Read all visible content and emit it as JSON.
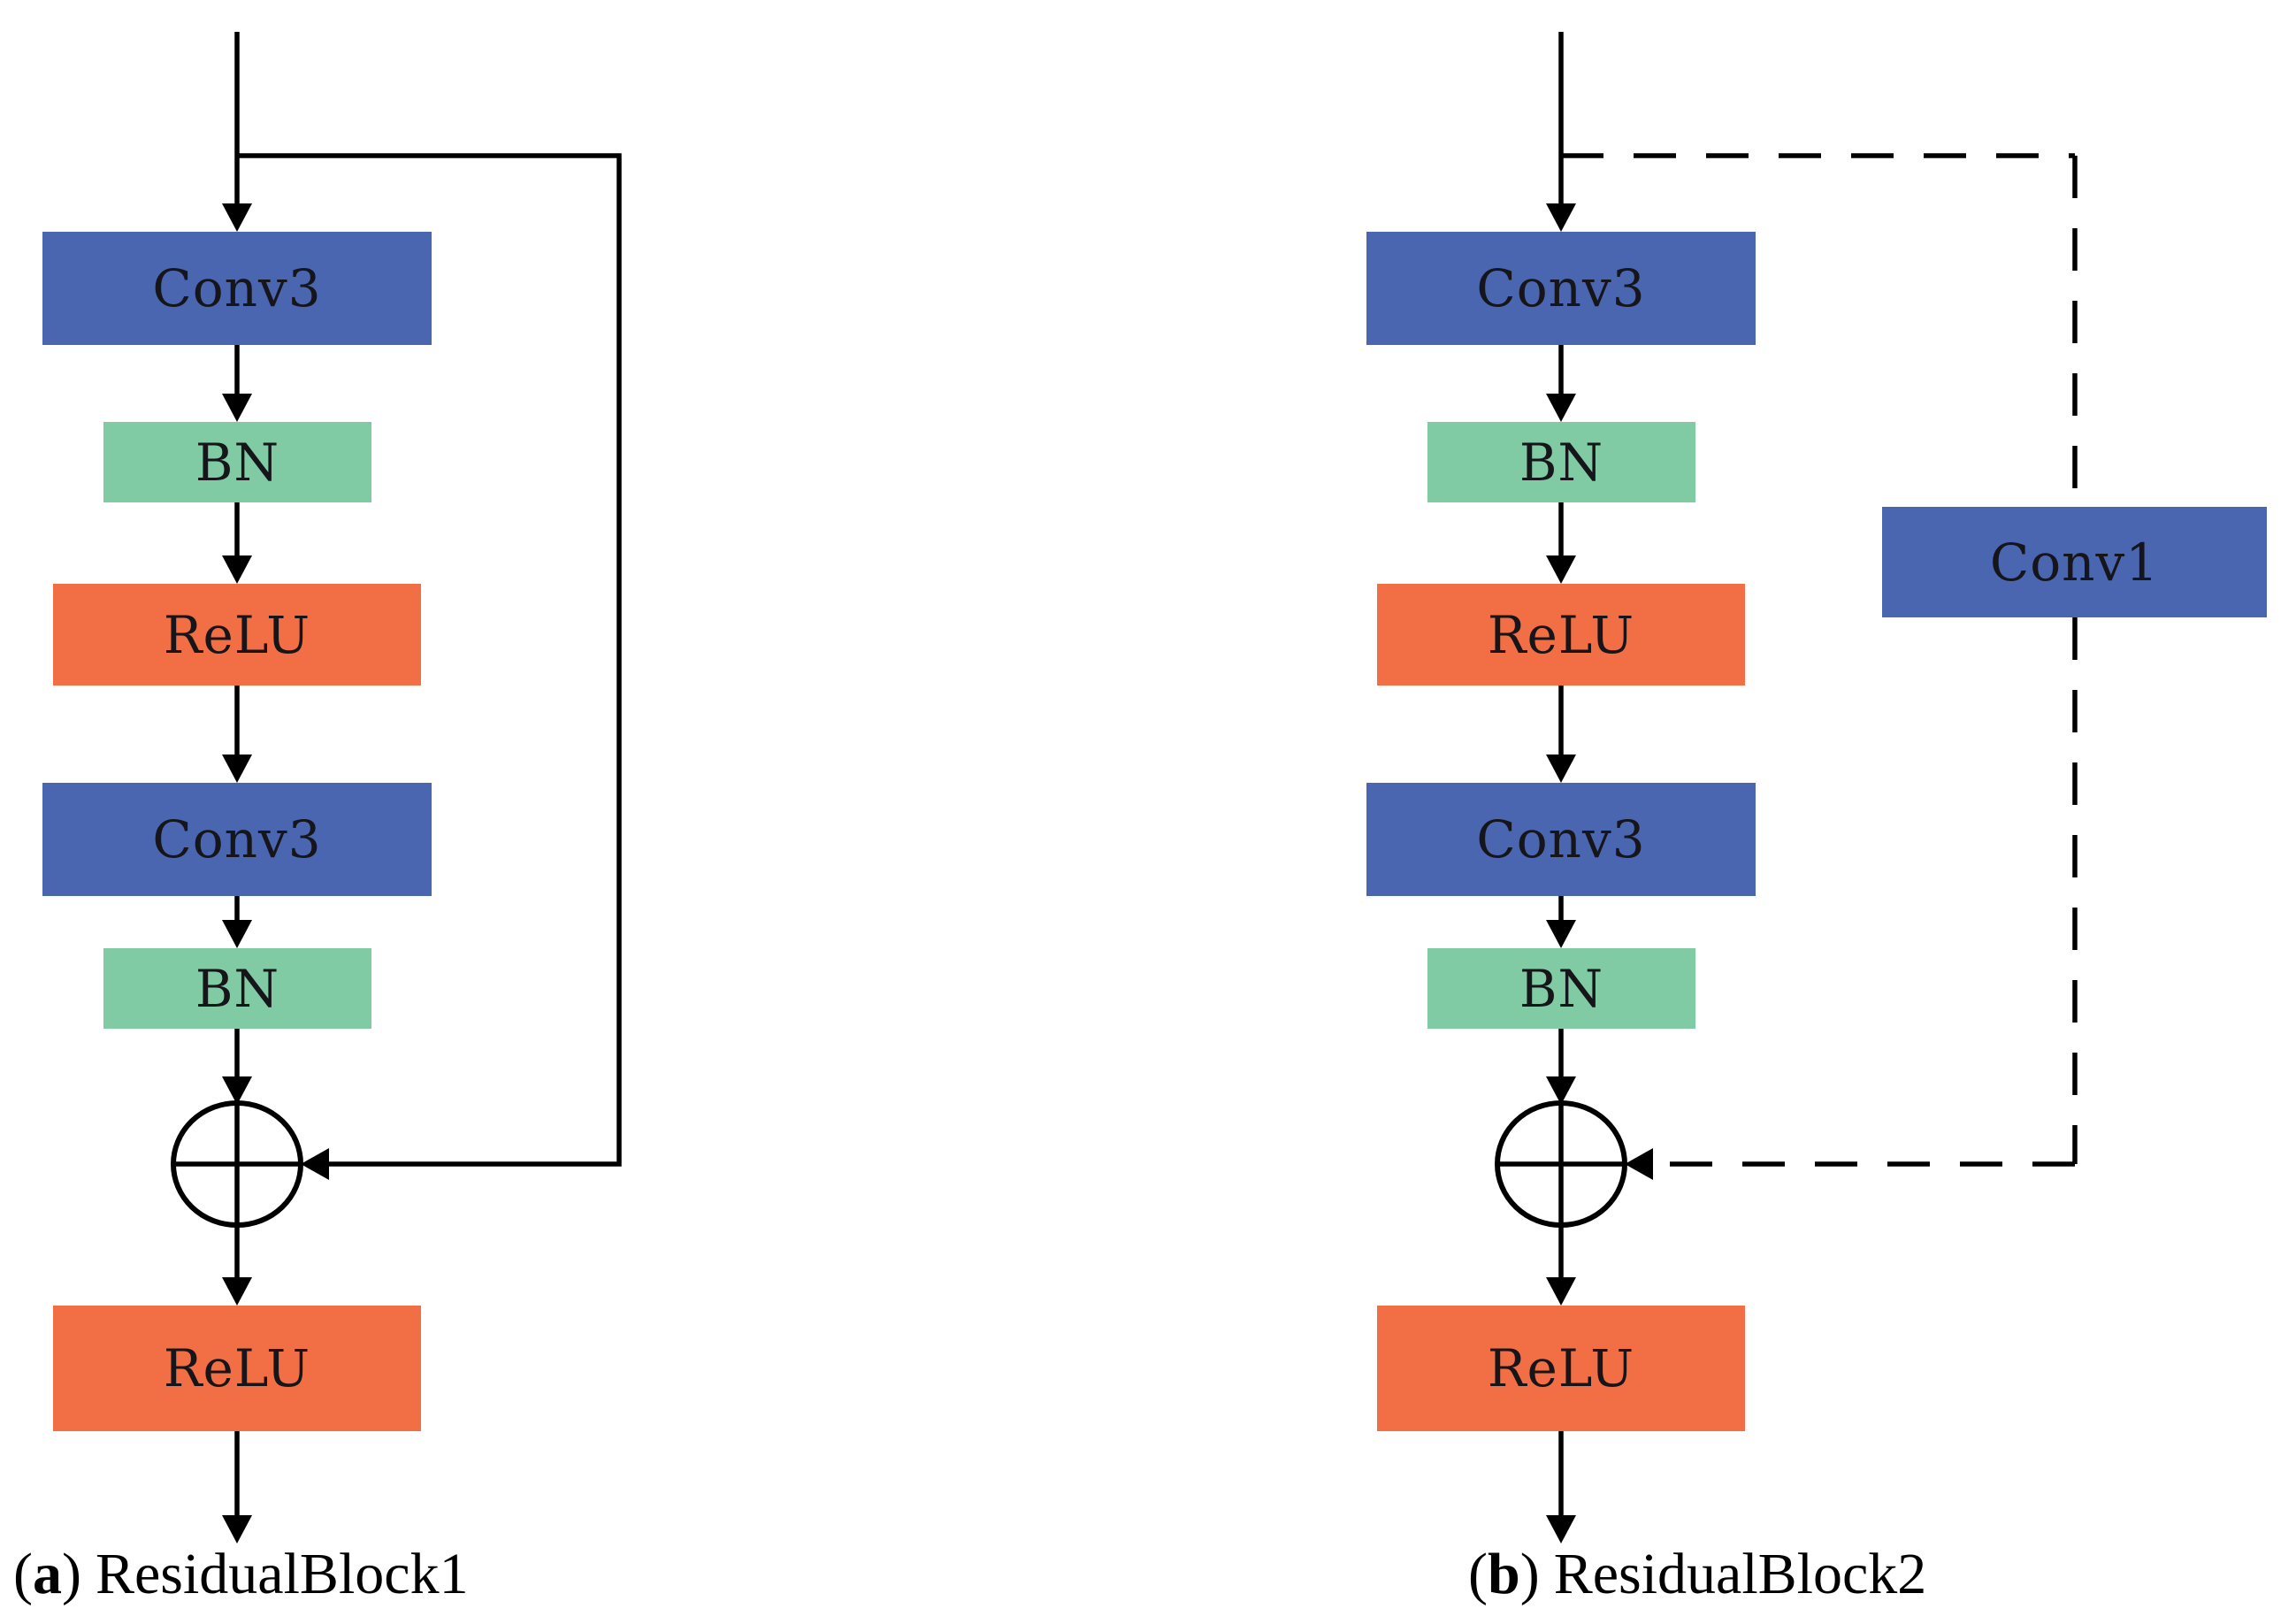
{
  "colors": {
    "conv": "#4a66b0",
    "bn": "#80cba4",
    "relu": "#f26e44",
    "line": "#000000",
    "background": "#ffffff"
  },
  "left_diagram": {
    "blocks": {
      "conv3_top": "Conv3",
      "bn_top": "BN",
      "relu_mid": "ReLU",
      "conv3_bottom": "Conv3",
      "bn_bottom": "BN",
      "relu_out": "ReLU"
    },
    "caption": {
      "open_paren": "(",
      "letter": "a",
      "close_paren": ")",
      "name": "ResidualBlock1"
    }
  },
  "right_diagram": {
    "blocks": {
      "conv3_top": "Conv3",
      "bn_top": "BN",
      "relu_mid": "ReLU",
      "conv3_bottom": "Conv3",
      "bn_bottom": "BN",
      "relu_out": "ReLU",
      "conv1_skip": "Conv1"
    },
    "caption": {
      "open_paren": "(",
      "letter": "b",
      "close_paren": ")",
      "name": "ResidualBlock2"
    }
  }
}
